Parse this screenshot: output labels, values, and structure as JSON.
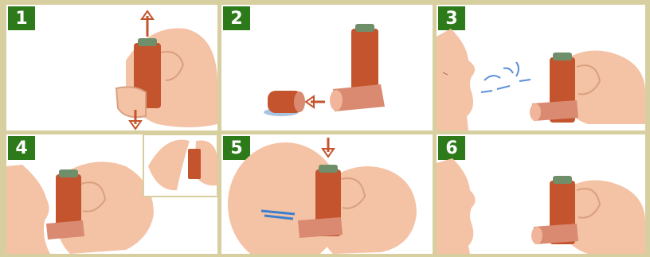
{
  "steps": [
    {
      "number": "1"
    },
    {
      "number": "2"
    },
    {
      "number": "3"
    },
    {
      "number": "4"
    },
    {
      "number": "5"
    },
    {
      "number": "6"
    }
  ],
  "colors": {
    "badge": "#2c7a1a",
    "skin": "#f4c2a4",
    "inhaler": "#c4542e",
    "frame": "#d8cfa0",
    "breath": "#5a8fd8"
  }
}
